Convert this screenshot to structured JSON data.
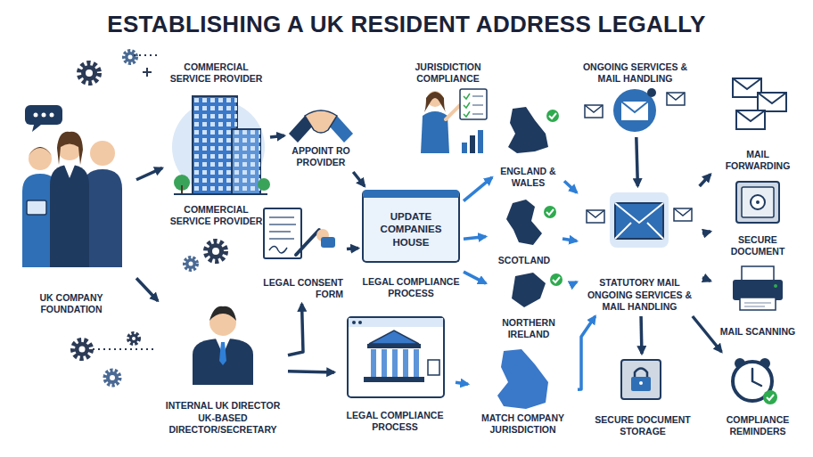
{
  "diagram": {
    "title": "ESTABLISHING A UK RESIDENT ADDRESS LEGALLY",
    "nodes": [
      {
        "text": [
          "UK COMPANY FOUNDATION"
        ]
      },
      {
        "text": [
          "COMMERCIAL SERVICE PROVIDER",
          "COMMERCIAL SERVICE PROVIDER"
        ]
      },
      {
        "text": [
          "APPOINT RO PROVIDER"
        ]
      },
      {
        "text": [
          "INTERNAL UK DIRECTOR",
          "UK-BASED DIRECTOR/SECRETARY"
        ]
      },
      {
        "text": [
          "LEGAL CONSENT FORM"
        ]
      },
      {
        "text": [
          "UPDATE COMPANIES HOUSE",
          "LEGAL COMPLIANCE PROCESS"
        ]
      },
      {
        "text": [
          "LEGAL COMPLIANCE PROCESS"
        ]
      },
      {
        "text": [
          "JURISDICTION COMPLIANCE"
        ]
      },
      {
        "text": [
          "ENGLAND & WALES"
        ]
      },
      {
        "text": [
          "SCOTLAND"
        ]
      },
      {
        "text": [
          "NORTHERN IRELAND"
        ]
      },
      {
        "text": [
          "MATCH COMPANY JURISDICTION"
        ]
      },
      {
        "text": [
          "ONGOING SERVICES & MAIL HANDLING"
        ]
      },
      {
        "text": [
          "STATUTORY MAIL",
          "ONGOING SERVICES & MAIL HANDLING"
        ]
      },
      {
        "text": [
          "MAIL FORWARDING"
        ]
      },
      {
        "text": [
          "SECURE DOCUMENT"
        ]
      },
      {
        "text": [
          "MAIL SCANNING"
        ]
      },
      {
        "text": [
          "SECURE DOCUMENT STORAGE"
        ]
      },
      {
        "text": [
          "COMPLIANCE REMINDERS"
        ]
      }
    ],
    "edges": [
      {
        "from": 0,
        "to": 1,
        "arrow": "to"
      },
      {
        "from": 0,
        "to": 3,
        "arrow": "to"
      },
      {
        "from": 1,
        "to": 2,
        "arrow": "to"
      },
      {
        "from": 2,
        "to": 5,
        "arrow": "to"
      },
      {
        "from": 3,
        "to": 4,
        "arrow": "to"
      },
      {
        "from": 4,
        "to": 5,
        "arrow": "to"
      },
      {
        "from": 3,
        "to": 6,
        "arrow": "to"
      },
      {
        "from": 5,
        "to": 8,
        "arrow": "to"
      },
      {
        "from": 5,
        "to": 9,
        "arrow": "to"
      },
      {
        "from": 5,
        "to": 10,
        "arrow": "to"
      },
      {
        "from": 6,
        "to": 11,
        "arrow": "to"
      },
      {
        "from": 8,
        "to": 13,
        "arrow": "to"
      },
      {
        "from": 9,
        "to": 13,
        "arrow": "to"
      },
      {
        "from": 10,
        "to": 13,
        "arrow": "to"
      },
      {
        "from": 11,
        "to": 13,
        "arrow": "to"
      },
      {
        "from": 12,
        "to": 13,
        "arrow": "to"
      },
      {
        "from": 13,
        "to": 14,
        "arrow": "to"
      },
      {
        "from": 13,
        "to": 15,
        "arrow": "to"
      },
      {
        "from": 13,
        "to": 16,
        "arrow": "to"
      },
      {
        "from": 13,
        "to": 17,
        "arrow": "to"
      },
      {
        "from": 13,
        "to": 18,
        "arrow": "to"
      }
    ]
  }
}
